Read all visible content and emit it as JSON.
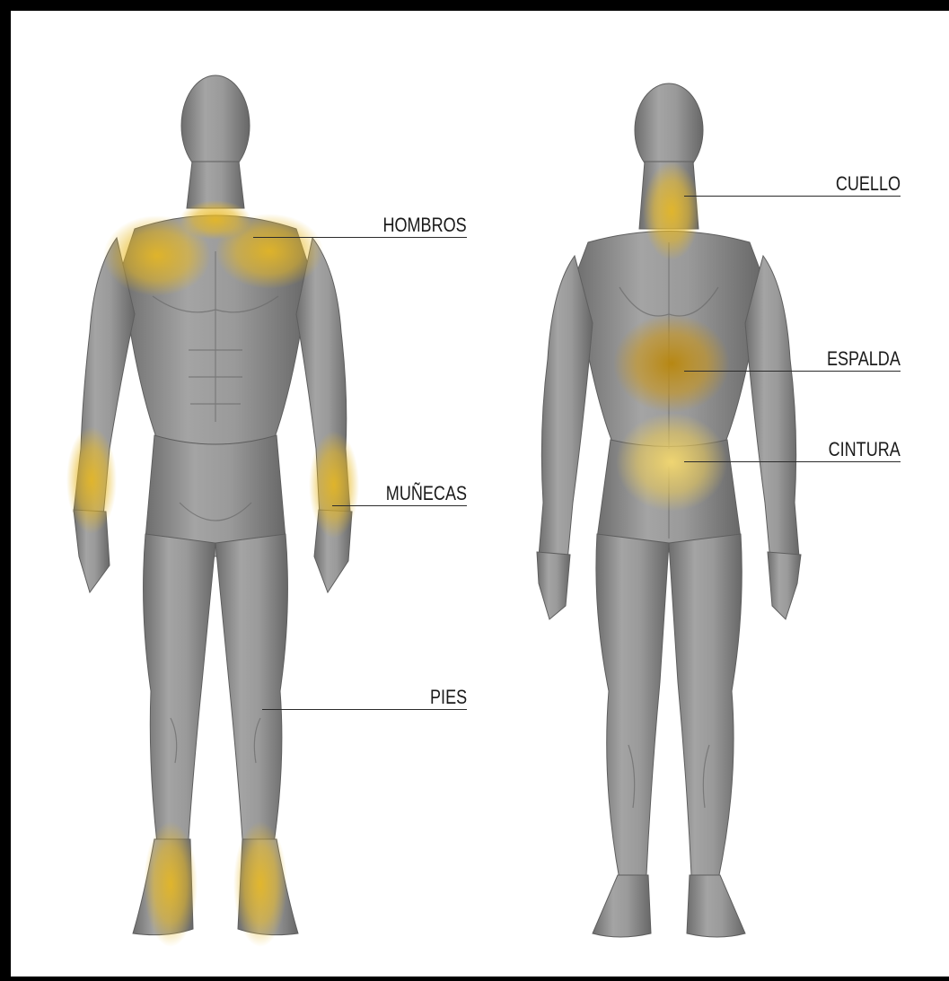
{
  "labels": {
    "shoulders": "HOMBROS",
    "wrists": "MUÑECAS",
    "feet": "PIES",
    "neck": "CUELLO",
    "back": "ESPALDA",
    "waist": "CINTURA"
  },
  "colors": {
    "frame": "#000000",
    "background": "#ffffff",
    "body_gray": "#8c8c8c",
    "highlight": "#e8b820",
    "label_text": "#1a1a1a"
  }
}
